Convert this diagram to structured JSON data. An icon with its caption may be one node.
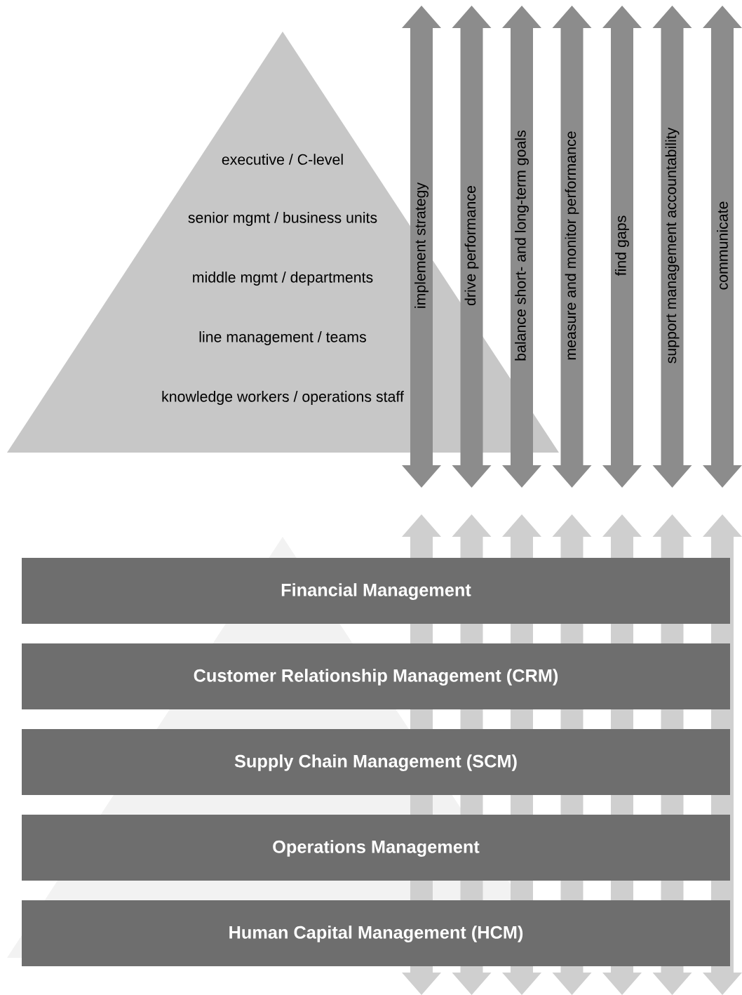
{
  "diagram": {
    "nodes": [
      {
        "text": [
          "executive / C-level",
          "senior mgmt / business units",
          "middle mgmt / departments",
          "line management / teams",
          "knowledge workers / operations staff"
        ]
      },
      {
        "text": [
          "implement strategy"
        ]
      },
      {
        "text": [
          "drive performance"
        ]
      },
      {
        "text": [
          "balance short- and long-term goals"
        ]
      },
      {
        "text": [
          "measure and monitor performance"
        ]
      },
      {
        "text": [
          "find gaps"
        ]
      },
      {
        "text": [
          "support management accountability"
        ]
      },
      {
        "text": [
          "communicate"
        ]
      },
      {
        "text": [],
        "shape": "arrow"
      },
      {
        "text": [],
        "shape": "arrow"
      },
      {
        "text": [],
        "shape": "arrow"
      },
      {
        "text": [],
        "shape": "arrow"
      },
      {
        "text": [],
        "shape": "arrow"
      },
      {
        "text": [],
        "shape": "arrow"
      },
      {
        "text": [],
        "shape": "arrow"
      },
      {
        "text": [
          "Financial Management"
        ]
      },
      {
        "text": [
          "Customer Relationship Management (CRM)"
        ]
      },
      {
        "text": [
          "Supply Chain Management (SCM)"
        ]
      },
      {
        "text": [
          "Operations Management"
        ]
      },
      {
        "text": [
          "Human Capital Management (HCM)"
        ]
      }
    ]
  }
}
